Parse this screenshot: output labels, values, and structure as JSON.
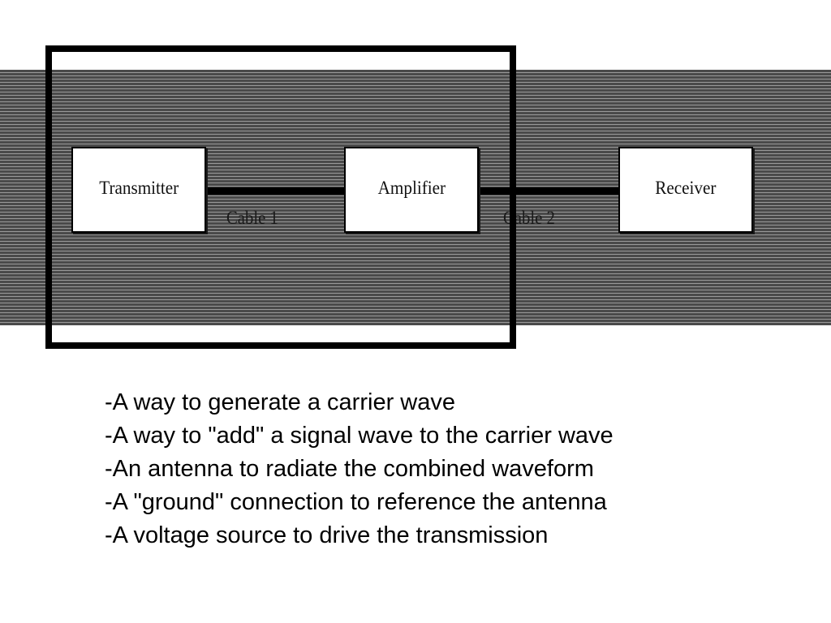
{
  "diagram": {
    "blocks": {
      "transmitter": "Transmitter",
      "amplifier": "Amplifier",
      "receiver": "Receiver"
    },
    "cables": {
      "cable_1": "Cable 1",
      "cable_2": "Cable 2"
    }
  },
  "bullets": [
    "-A way to generate a carrier wave",
    "-A way to \"add\" a signal wave to the carrier wave",
    "-An antenna to radiate the combined waveform",
    "-A \"ground\" connection to reference the antenna",
    "-A voltage source to drive the transmission"
  ],
  "colors": {
    "background": "#ffffff",
    "band": "#4a4a4a",
    "outline": "#000000"
  }
}
